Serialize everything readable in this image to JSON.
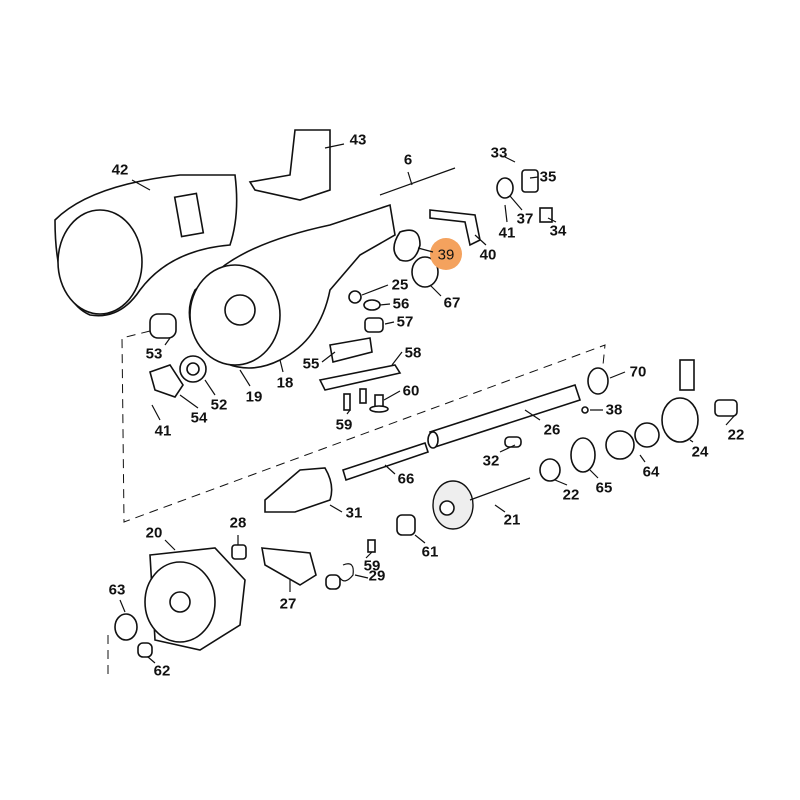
{
  "title": "Reciprocating saw exploded parts diagram",
  "highlight_color": "#f4a25e",
  "highlighted_part": "39",
  "labels": {
    "p42": "42",
    "p43": "43",
    "p6": "6",
    "p33": "33",
    "p35": "35",
    "p37": "37",
    "p41a": "41",
    "p34": "34",
    "p40": "40",
    "p39": "39",
    "p25": "25",
    "p56": "56",
    "p57": "57",
    "p67": "67",
    "p53": "53",
    "p55": "55",
    "p58": "58",
    "p18": "18",
    "p19": "19",
    "p52": "52",
    "p54": "54",
    "p41b": "41",
    "p60": "60",
    "p59a": "59",
    "p70": "70",
    "p38": "38",
    "p26": "26",
    "p22a": "22",
    "p24": "24",
    "p32": "32",
    "p64": "64",
    "p66": "66",
    "p65": "65",
    "p22b": "22",
    "p31": "31",
    "p21": "21",
    "p20": "20",
    "p28": "28",
    "p61": "61",
    "p59b": "59",
    "p29": "29",
    "p27": "27",
    "p63": "63",
    "p62": "62"
  }
}
